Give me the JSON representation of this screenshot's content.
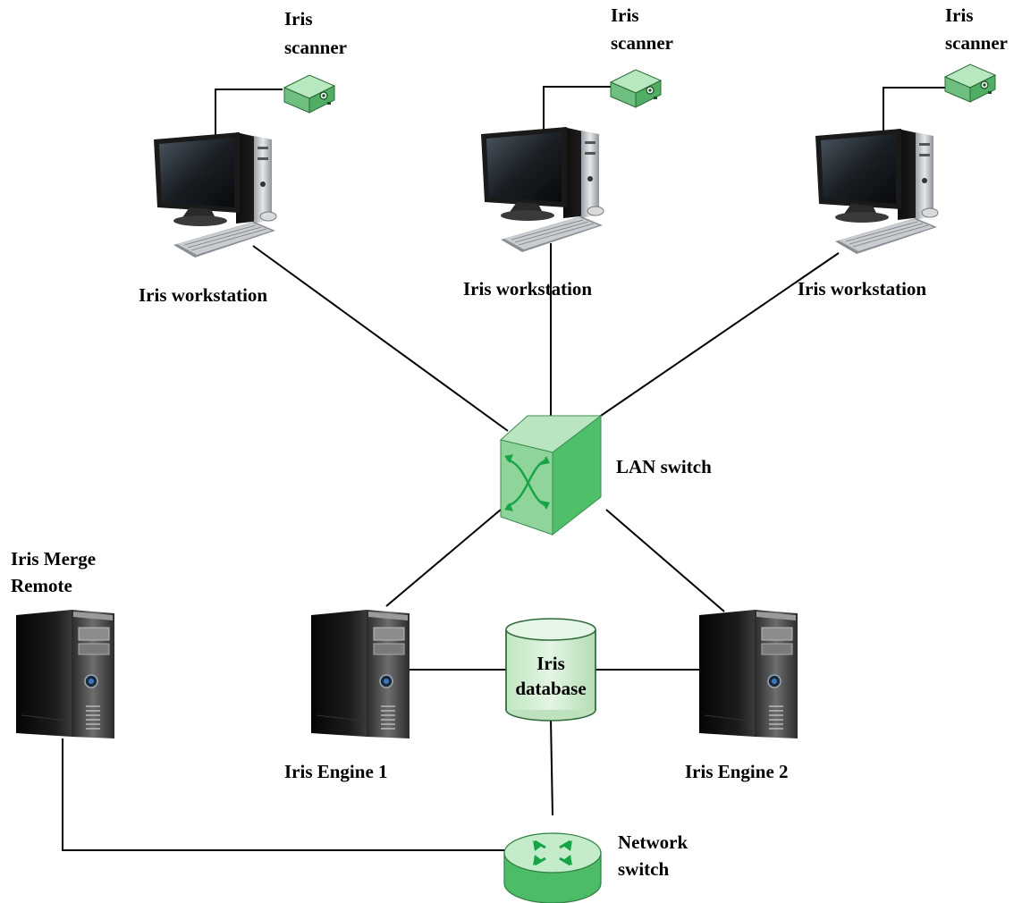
{
  "labels": {
    "scanner_1_line1": "Iris",
    "scanner_1_line2": "scanner",
    "scanner_2_line1": "Iris",
    "scanner_2_line2": "scanner",
    "scanner_3_line1": "Iris",
    "scanner_3_line2": "scanner",
    "workstation_1": "Iris workstation",
    "workstation_2": "Iris workstation",
    "workstation_3": "Iris workstation",
    "lan_switch": "LAN switch",
    "merge_remote_line1": "Iris Merge",
    "merge_remote_line2": "Remote",
    "database_line1": "Iris",
    "database_line2": "database",
    "engine_1": "Iris Engine 1",
    "engine_2": "Iris Engine 2",
    "network_switch_line1": "Network",
    "network_switch_line2": "switch"
  },
  "icons": [
    "iris-scanner-icon",
    "workstation-icon",
    "lan-switch-icon",
    "tower-server-icon",
    "database-icon",
    "network-switch-icon"
  ],
  "colors": {
    "device_green": "#8ed39b",
    "switch_green": "#5cc576",
    "database_fill": "#d6efd6",
    "arrow_green": "#1aa84a",
    "line": "#000000"
  }
}
